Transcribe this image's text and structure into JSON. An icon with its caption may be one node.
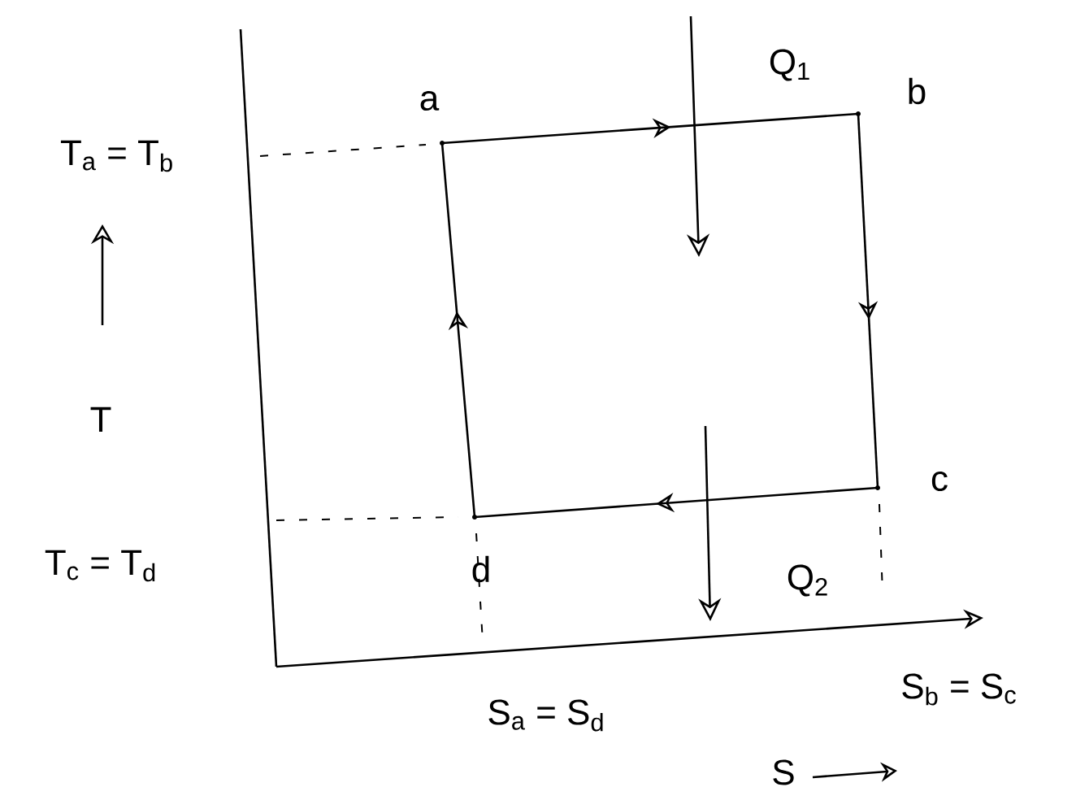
{
  "diagram": {
    "nodes": [
      {
        "text": [
          "a"
        ]
      },
      {
        "text": [
          "b"
        ]
      },
      {
        "text": [
          "c"
        ]
      },
      {
        "text": [
          "d"
        ]
      }
    ],
    "edges": [
      {
        "from": 0,
        "to": 1,
        "arrow": "to"
      },
      {
        "from": 1,
        "to": 2,
        "arrow": "to"
      },
      {
        "from": 2,
        "to": 3,
        "arrow": "to"
      },
      {
        "from": 3,
        "to": 0,
        "arrow": "to"
      }
    ],
    "labels": [
      "T$_{a}$ = T$_{b}$",
      "T",
      "T$_{c}$ = T$_{d}$",
      "Q$_{1}$",
      "Q$_{2}$",
      "S$_{a}$ = S$_{d}$",
      "S$_{b}$ = S$_{c}$",
      "S"
    ]
  }
}
